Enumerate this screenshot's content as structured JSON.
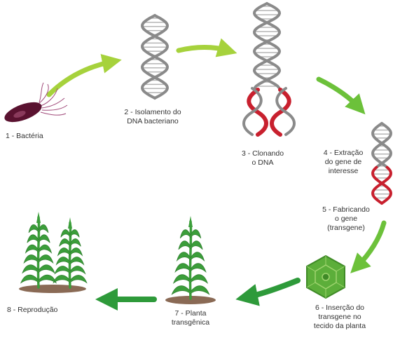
{
  "steps": {
    "s1": {
      "num": "1",
      "text": "1 - Bactéria"
    },
    "s2": {
      "num": "2",
      "text": "2 - Isolamento do\nDNA bacteriano"
    },
    "s3": {
      "num": "3",
      "text": "3 - Clonando\no DNA"
    },
    "s4": {
      "num": "4",
      "text": "4 - Extração\ndo gene de\ninteresse"
    },
    "s5": {
      "num": "5",
      "text": "5 - Fabricando\no gene\n(transgene)"
    },
    "s6": {
      "num": "6",
      "text": "6 - Inserção do\ntransgene no\ntecido da planta"
    },
    "s7": {
      "num": "7",
      "text": "7 - Planta\ntransgênica"
    },
    "s8": {
      "num": "8",
      "text": "8 - Reprodução"
    }
  },
  "colors": {
    "arrow_light": "#a6d23c",
    "arrow_mid": "#6cc13a",
    "arrow_dark": "#2e9a3a",
    "dna_strand": "#8a8a8a",
    "dna_rungs": "#b5b5b5",
    "gene_red": "#c8202e",
    "bacterium": "#5a1230",
    "plant_green": "#3b9e3a",
    "soil": "#8a6a55",
    "tissue_green": "#5cae3a"
  }
}
